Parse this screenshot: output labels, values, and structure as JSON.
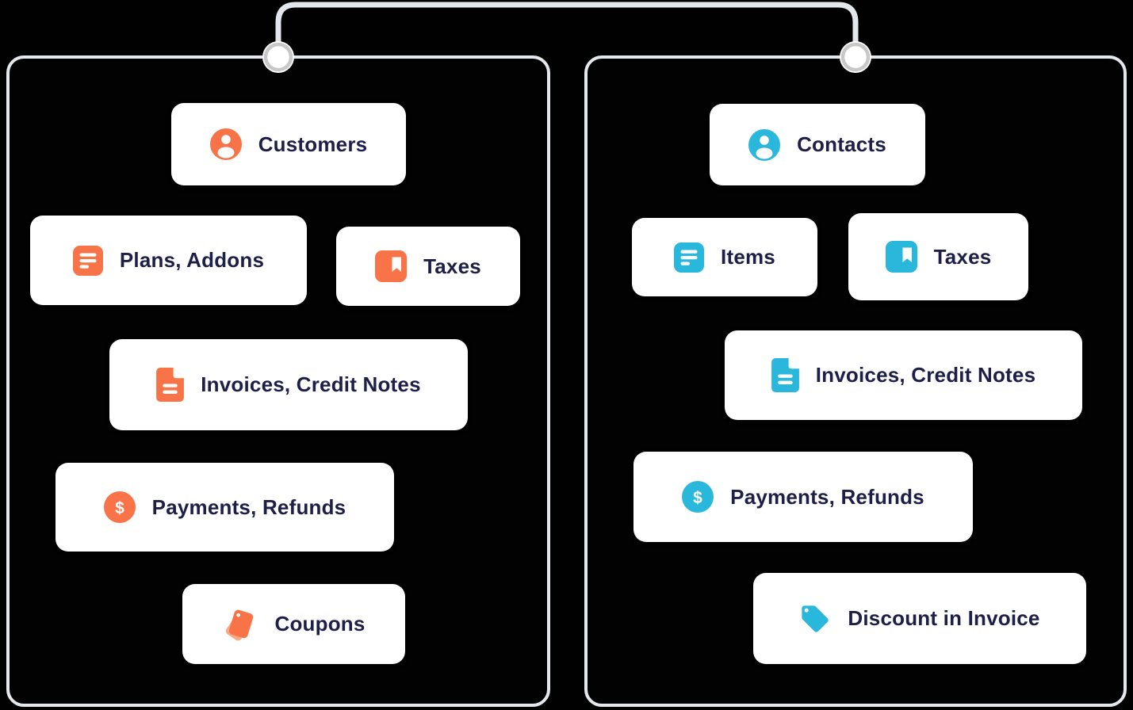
{
  "diagram": {
    "left_panel": {
      "accent_color": "#F97348",
      "cards": [
        {
          "label": "Customers",
          "icon": "user-circle-icon"
        },
        {
          "label": "Plans, Addons",
          "icon": "list-icon"
        },
        {
          "label": "Taxes",
          "icon": "bookmark-icon"
        },
        {
          "label": "Invoices, Credit Notes",
          "icon": "document-icon"
        },
        {
          "label": "Payments, Refunds",
          "icon": "dollar-circle-icon"
        },
        {
          "label": "Coupons",
          "icon": "coupons-stack-icon"
        }
      ]
    },
    "right_panel": {
      "accent_color": "#29B8DB",
      "cards": [
        {
          "label": "Contacts",
          "icon": "user-circle-icon"
        },
        {
          "label": "Items",
          "icon": "list-icon"
        },
        {
          "label": "Taxes",
          "icon": "bookmark-icon"
        },
        {
          "label": "Invoices, Credit Notes",
          "icon": "document-icon"
        },
        {
          "label": "Payments, Refunds",
          "icon": "dollar-circle-icon"
        },
        {
          "label": "Discount in Invoice",
          "icon": "tag-icon"
        }
      ]
    },
    "colors": {
      "background": "#010101",
      "card_background": "#FFFFFF",
      "label_text": "#1D1F48",
      "panel_border": "#E4E8EC",
      "connector_line": "#E3E7EB",
      "connector_pin_ring": "#C8C8C8"
    }
  }
}
